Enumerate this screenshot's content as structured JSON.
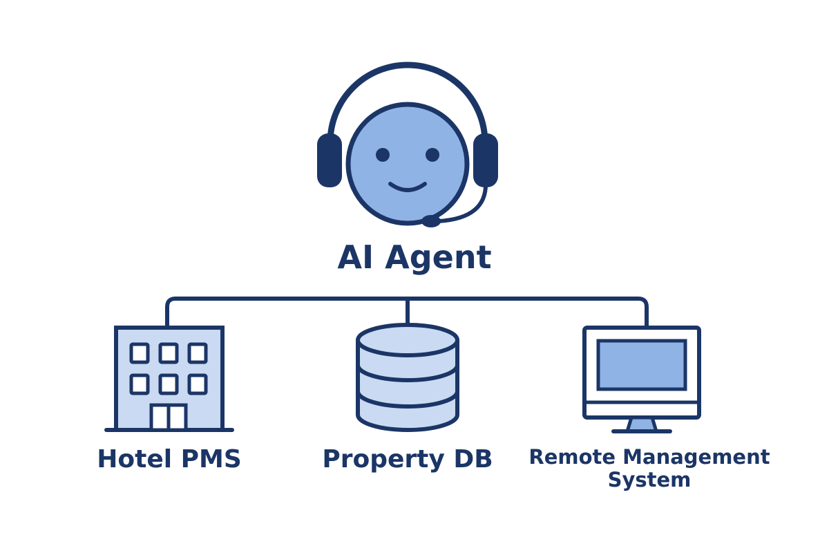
{
  "agent": {
    "title": "AI Agent",
    "icon": "headset-smiley-icon"
  },
  "nodes": [
    {
      "label": "Hotel PMS",
      "icon": "hotel-building-icon"
    },
    {
      "label": "Property DB",
      "icon": "database-icon"
    },
    {
      "label_line1": "Remote Management",
      "label_line2": "System",
      "icon": "computer-monitor-icon"
    }
  ],
  "colors": {
    "stroke": "#1b3566",
    "fill_light": "#8fb3e5",
    "fill_pale": "#c9daf2",
    "background": "#ffffff"
  }
}
